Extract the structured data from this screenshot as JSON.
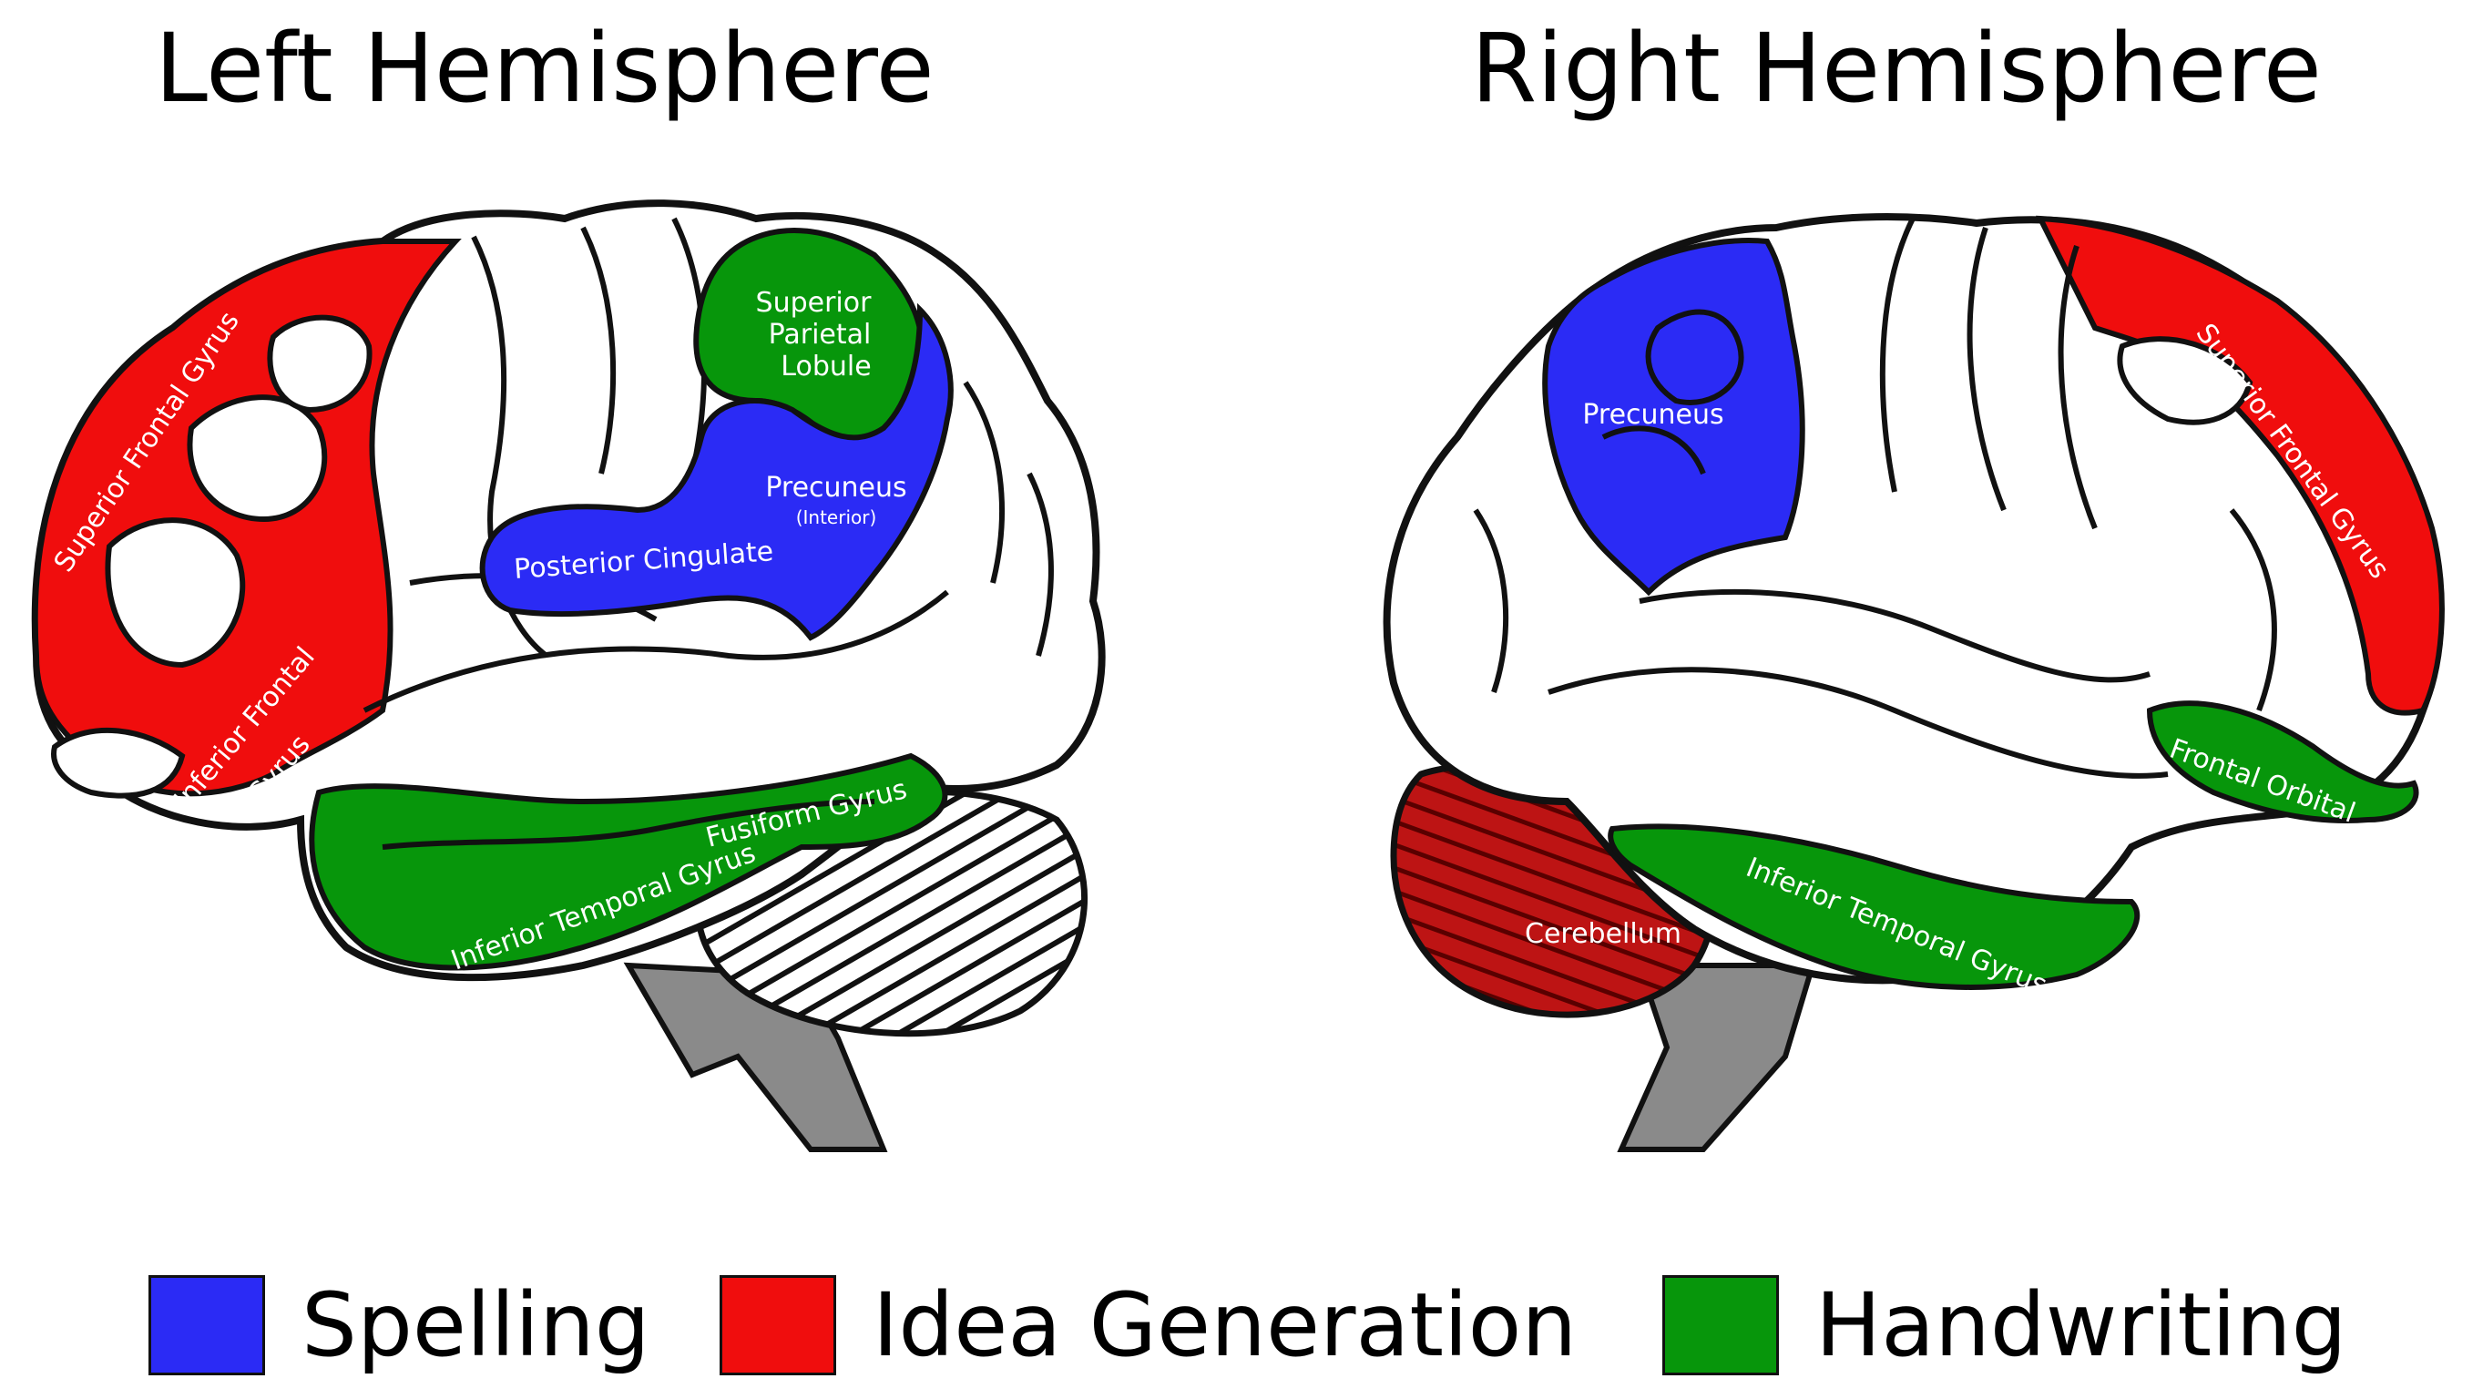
{
  "titles": {
    "left": "Left Hemisphere",
    "right": "Right Hemisphere"
  },
  "colors": {
    "spelling": "#2b2bf5",
    "idea_generation": "#f00d0d",
    "handwriting": "#07960b",
    "cerebellum": "#bd1414",
    "outline": "#111111",
    "brain": "#ffffff",
    "brainstem": "#8a8a8a"
  },
  "legend": [
    {
      "label": "Spelling",
      "color": "#2b2bf5"
    },
    {
      "label": "Idea Generation",
      "color": "#f00d0d"
    },
    {
      "label": "Handwriting",
      "color": "#07960b"
    }
  ],
  "left_regions": {
    "superior_frontal": "Superior Frontal Gyrus",
    "inferior_frontal_1": "Inferior Frontal",
    "inferior_frontal_2": "Gyrus",
    "superior_parietal_1": "Superior",
    "superior_parietal_2": "Parietal",
    "superior_parietal_3": "Lobule",
    "precuneus": "Precuneus",
    "precuneus_note": "(Interior)",
    "posterior_cingulate": "Posterior Cingulate",
    "fusiform": "Fusiform Gyrus",
    "inferior_temporal": "Inferior Temporal Gyrus"
  },
  "right_regions": {
    "precuneus": "Precuneus",
    "superior_frontal": "Superior Frontal Gyrus",
    "frontal_orbital": "Frontal Orbital",
    "cerebellum": "Cerebellum",
    "inferior_temporal": "Inferior Temporal Gyrus"
  }
}
